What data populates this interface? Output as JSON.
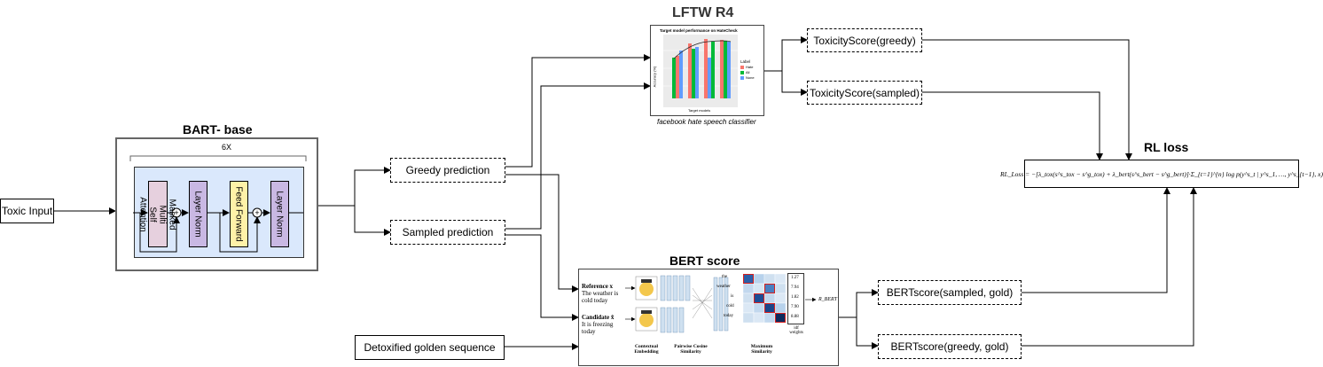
{
  "toxic_input": "Toxic Input",
  "bart": {
    "title": "BART- base",
    "repeat": "6X",
    "blocks": [
      "Masked Multi Self Attention",
      "Layer Norm",
      "Feed Forward",
      "Layer Norm"
    ],
    "plus": "+"
  },
  "greedy_prediction": "Greedy  prediction",
  "sampled_prediction": "Sampled  prediction",
  "detox_gold": "Detoxified golden sequence",
  "lftw": {
    "title": "LFTW R4",
    "caption": "facebook hate speech classifier",
    "chart_title": "Target model performance on HateCheck",
    "xlabel": "Target models",
    "ylabel": "Accuracy (%)",
    "legend_title": "Label",
    "legend": [
      "Hate",
      "All",
      "None"
    ]
  },
  "toxicity_greedy": "ToxicityScore(greedy)",
  "toxicity_sampled": "ToxicityScore(sampled)",
  "rl_loss": {
    "title": "RL loss",
    "formula": "RL_Loss = −[λ_tox(s^s_tox − s^g_tox) + λ_bert(s^s_bert − s^g_bert)]·Σ_{t=1}^{n} log p(y^s_t | y^s_1, …, y^s_{t−1}, x)"
  },
  "bert_score": {
    "title": "BERT score",
    "reference_label": "Reference x",
    "reference_text": "The weather is cold today",
    "candidate_label": "Candidate x̂",
    "candidate_text": "It is freezing today",
    "col_labels": [
      "Contextual Embedding",
      "Pairwise Cosine Similarity",
      "Maximum Similarity"
    ],
    "row_words": [
      "the",
      "weather",
      "is",
      "cold",
      "today"
    ],
    "idf_values": [
      "1.27",
      "7.94",
      "1.82",
      "7.90",
      "8.88"
    ],
    "idf_label": "idf weights",
    "result": "R_BERT"
  },
  "bertscore_sampled": "BERTscore(sampled, gold)",
  "bertscore_greedy": "BERTscore(greedy, gold)",
  "colors": {
    "bart_outer": "#dae8fc",
    "attention": "#e6d0de",
    "layernorm": "#c9b8e3",
    "feedforward": "#fff2a8",
    "bar_hate": "#f8766d",
    "bar_all": "#00ba38",
    "bar_none": "#619cff"
  }
}
